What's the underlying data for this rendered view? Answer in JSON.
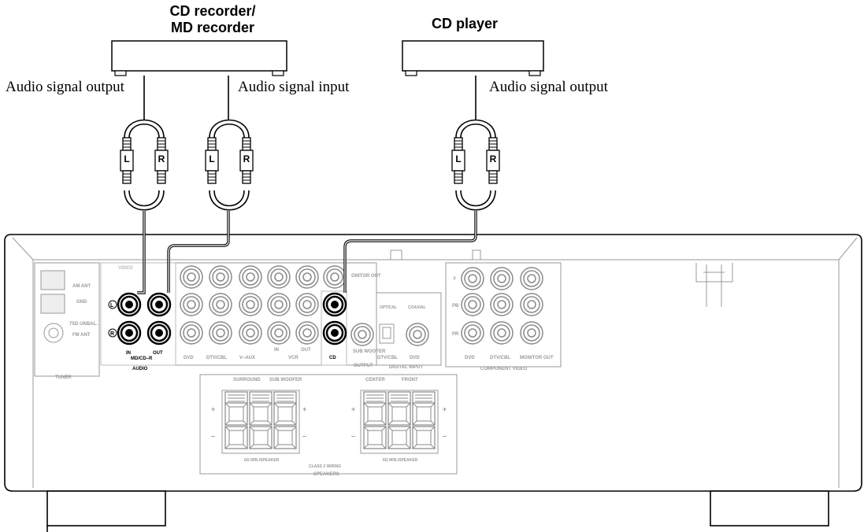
{
  "devices": {
    "recorder": {
      "line1": "CD recorder/",
      "line2": "MD recorder"
    },
    "player": {
      "title": "CD player"
    }
  },
  "signals": {
    "rec_out": "Audio signal output",
    "rec_in": "Audio signal input",
    "player_out": "Audio signal output"
  },
  "plug": {
    "left": "L",
    "right": "R"
  },
  "panel": {
    "video": "VIDEO",
    "tuner": "TUNER",
    "am_ant": "AM ANT",
    "gnd": "GND",
    "fm_ant": "FM ANT",
    "unbal": "75Ω UNBAL.",
    "mdcdr_in": "IN",
    "mdcdr_out": "OUT",
    "mdcdr": "MD/CD–R",
    "audio": "AUDIO",
    "dvd": "DVD",
    "dtvcbl": "DTV/CBL",
    "vaux": "V–AUX",
    "vcr": "VCR",
    "vcr_in": "IN",
    "vcr_out": "OUT",
    "monitor_out_partial": "ONITOR OUT",
    "cd": "CD",
    "sub_woofer": "SUB WOOFER",
    "output": "OUTPUT",
    "optical": "OPTICAL",
    "coaxial": "COAXIAL",
    "dig_dtvcbl": "DTV/CBL",
    "dig_dvd": "DVD",
    "digital_input": "DIGITAL INPUT",
    "comp_y": "Y",
    "comp_pb": "PB",
    "comp_pr": "PR",
    "comp_dvd": "DVD",
    "comp_dtvcbl": "DTV/CBL",
    "comp_monitor_out": "MONITOR OUT",
    "component_video": "COMPONENT VIDEO",
    "surround": "SURROUND",
    "sub_woofer_spk": "SUB WOOFER",
    "center": "CENTER",
    "front": "FRONT",
    "min_speaker_l": "6Ω MIN./SPEAKER",
    "min_speaker_r": "6Ω MIN./SPEAKER",
    "class2": "CLASS 2 WIRING",
    "speakers": "SPEAKERS",
    "r_mark": "R",
    "l_mark": "L",
    "plus": "+",
    "minus": "–"
  }
}
